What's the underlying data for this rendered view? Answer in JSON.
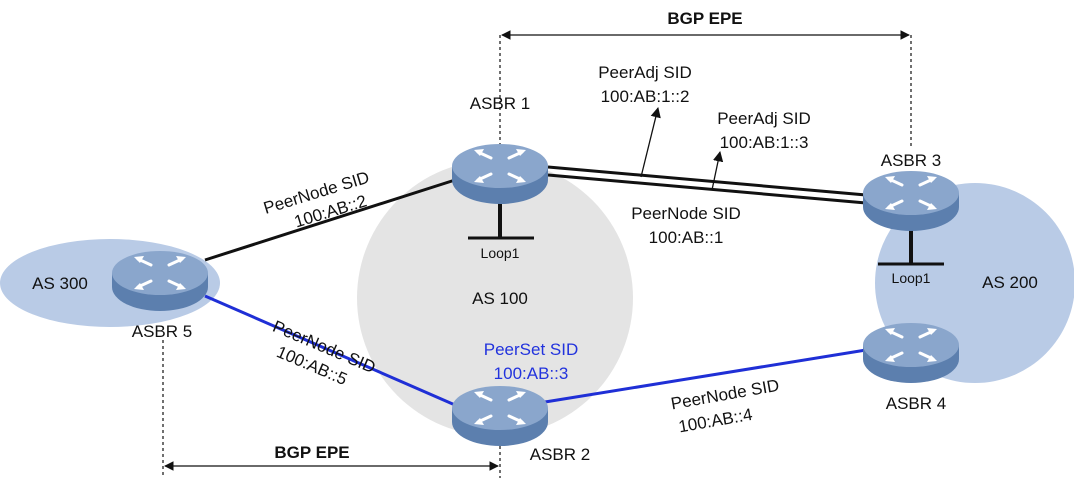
{
  "colors": {
    "as_fill_blue": "#b9cbe6",
    "as_fill_gray": "#e4e4e4",
    "link_black": "#111111",
    "link_blue": "#1f2fd6",
    "label_blue": "#2233dd",
    "router_body": "#5c7fae",
    "router_top": "#8aa6cc"
  },
  "labels": {
    "bgp_epe_top": "BGP EPE",
    "bgp_epe_bottom": "BGP EPE",
    "as300": "AS 300",
    "as100": "AS 100",
    "as200": "AS 200",
    "asbr1": "ASBR 1",
    "asbr2": "ASBR 2",
    "asbr3": "ASBR 3",
    "asbr4": "ASBR 4",
    "asbr5": "ASBR 5",
    "loop1_asbr1": "Loop1",
    "loop1_asbr3": "Loop1",
    "peernode_15_title": "PeerNode SID",
    "peernode_15_value": "100:AB::2",
    "peernode_13_title": "PeerNode SID",
    "peernode_13_value": "100:AB::1",
    "peeradj_a_title": "PeerAdj SID",
    "peeradj_a_value": "100:AB:1::2",
    "peeradj_b_title": "PeerAdj SID",
    "peeradj_b_value": "100:AB:1::3",
    "peerset_title": "PeerSet SID",
    "peerset_value": "100:AB::3",
    "peernode_25_title": "PeerNode SID",
    "peernode_25_value": "100:AB::5",
    "peernode_24_title": "PeerNode SID",
    "peernode_24_value": "100:AB::4"
  },
  "icons": {
    "router": "router-icon",
    "arrow": "arrow-icon"
  }
}
